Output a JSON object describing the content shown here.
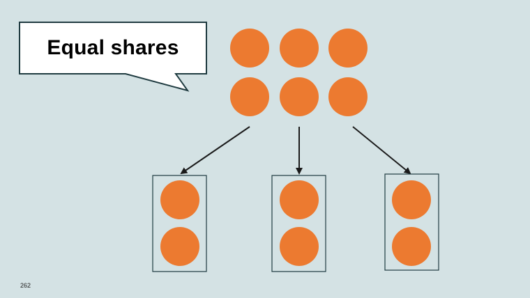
{
  "slide": {
    "callout_text": "Equal shares",
    "page_number": "262"
  },
  "colors": {
    "background": "#d4e2e4",
    "counter_fill": "#ec7a30",
    "callout_fill": "#ffffff",
    "outline": "#1f3b40",
    "arrow": "#1a1a1a"
  },
  "shares": {
    "total_items": 6,
    "groups": 3,
    "items_per_group": 2
  }
}
